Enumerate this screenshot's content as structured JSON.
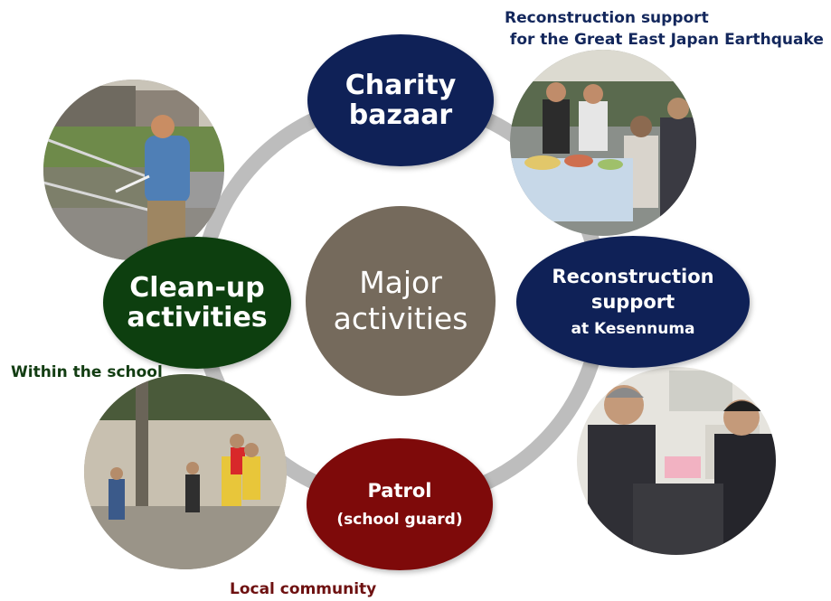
{
  "center": {
    "line1": "Major",
    "line2": "activities"
  },
  "nodes": {
    "charity": {
      "line1": "Charity",
      "line2": "bazaar",
      "color": "#0f2157"
    },
    "reconstruction": {
      "line1": "Reconstruction",
      "line2": "support",
      "line3": "at Kesennuma",
      "color": "#0f2157"
    },
    "patrol": {
      "line1": "Patrol",
      "line2": "(school guard)",
      "color": "#7e0a0a"
    },
    "cleanup": {
      "line1": "Clean-up",
      "line2": "activities",
      "color": "#0d3f0f"
    }
  },
  "captions": {
    "recon_line1": "Reconstruction support",
    "recon_line2": " for the Great East Japan Earthquake",
    "school": "Within the school",
    "community": "Local community"
  },
  "colors": {
    "ring": "#bdbdbd",
    "center": "#756a5c"
  },
  "photos": [
    {
      "name": "cleanup-photo",
      "subject": "person picking up litter beside a fence"
    },
    {
      "name": "bazaar-photo",
      "subject": "people at a charity bazaar stall"
    },
    {
      "name": "school-guard-photo",
      "subject": "children walking on a sidewalk with guards"
    },
    {
      "name": "donation-photo",
      "subject": "two men exchanging an envelope"
    }
  ]
}
